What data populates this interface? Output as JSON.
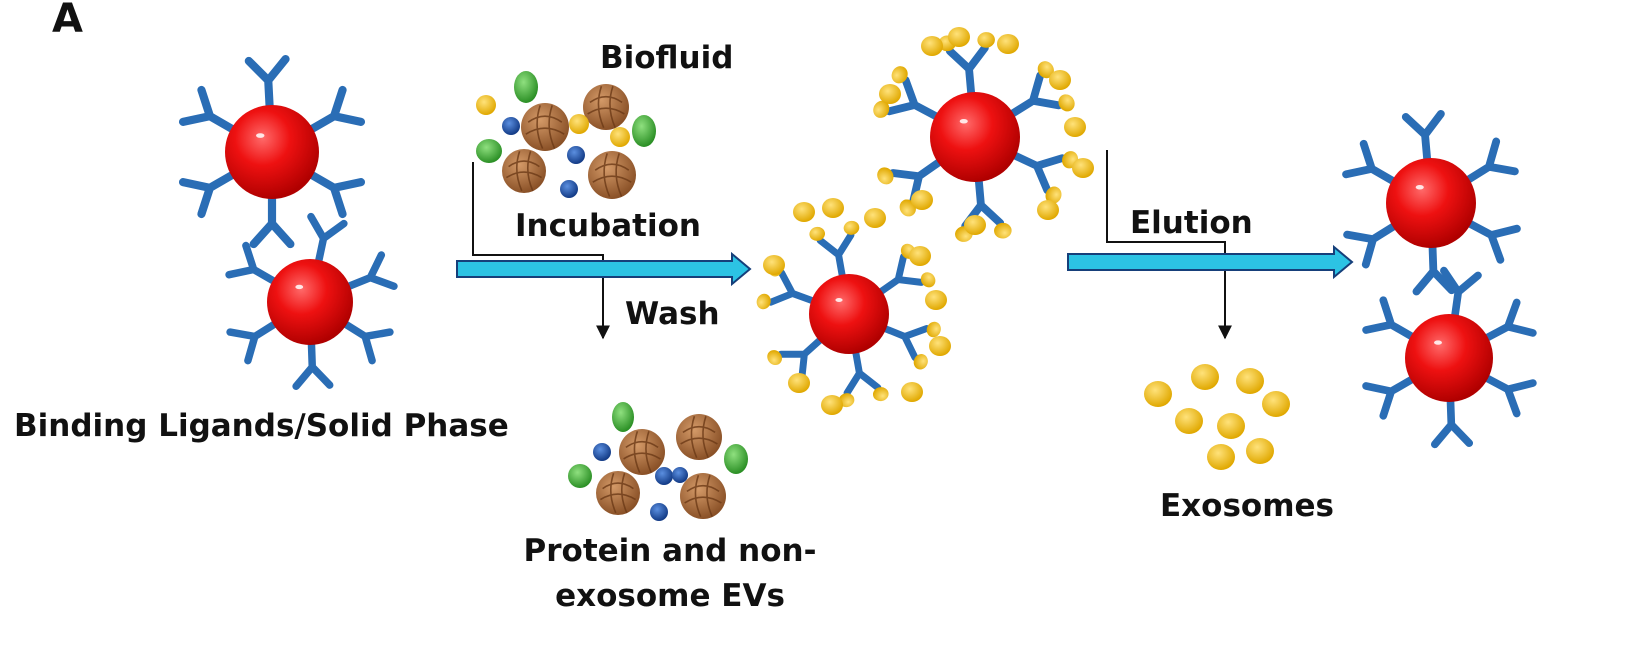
{
  "panel_label": "A",
  "labels": {
    "biofluid": "Biofluid",
    "incubation": "Incubation",
    "wash": "Wash",
    "binding": "Binding Ligands/Solid Phase",
    "protein_line1": "Protein and non-",
    "protein_line2": "exosome EVs",
    "elution": "Elution",
    "exosomes": "Exosomes"
  },
  "colors": {
    "bead": "#ee1111",
    "antibody": "#2a6db5",
    "exosome": "#f2be1c",
    "protein_brown": "#a8693a",
    "ev_green": "#3cab35",
    "ev_blue": "#1f4fa3",
    "arrow_fill": "#2cc3e4",
    "arrow_stroke": "#163f7a",
    "line": "#111111"
  }
}
